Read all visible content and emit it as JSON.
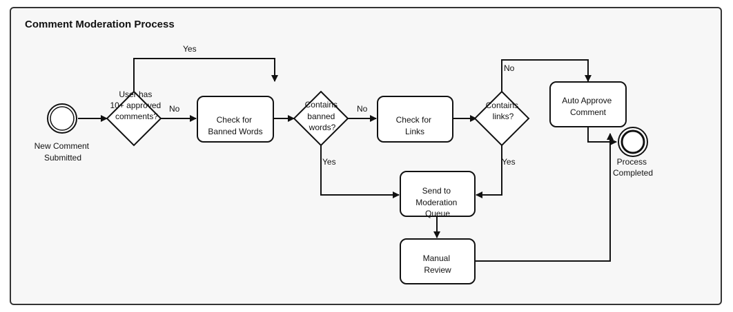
{
  "title": "Comment Moderation Process",
  "nodes": {
    "start_event": {
      "label_lines": [
        "New Comment",
        "Submitted"
      ]
    },
    "gw_approved": {
      "label_lines": [
        "User has",
        "10+ approved",
        "comments?"
      ]
    },
    "task_banned": {
      "label_lines": [
        "Check for",
        "Banned Words"
      ]
    },
    "gw_banned": {
      "label_lines": [
        "Contains",
        "banned",
        "words?"
      ]
    },
    "task_links": {
      "label_lines": [
        "Check for",
        "Links"
      ]
    },
    "gw_links": {
      "label_lines": [
        "Contains",
        "links?"
      ]
    },
    "task_auto_approve": {
      "label_lines": [
        "Auto Approve",
        "Comment"
      ]
    },
    "end_event": {
      "label_lines": [
        "Process",
        "Completed"
      ]
    },
    "task_queue": {
      "label_lines": [
        "Send to",
        "Moderation",
        "Queue"
      ]
    },
    "task_manual": {
      "label_lines": [
        "Manual",
        "Review"
      ]
    }
  },
  "edge_labels": {
    "yes_approved": "Yes",
    "no_approved": "No",
    "no_banned": "No",
    "yes_banned": "Yes",
    "no_links": "No",
    "yes_links": "Yes"
  }
}
